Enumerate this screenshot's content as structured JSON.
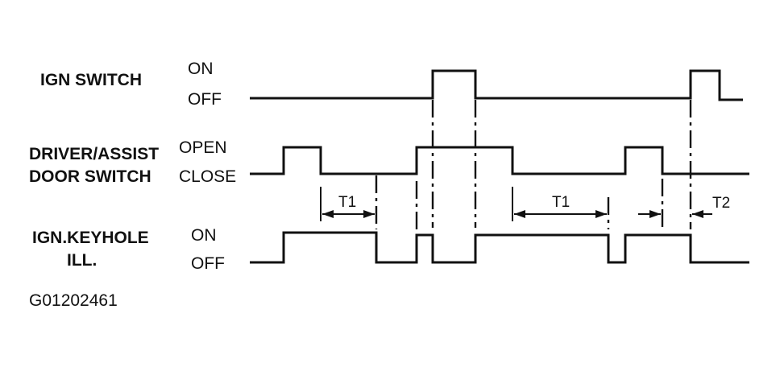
{
  "signals": {
    "ign_switch": {
      "name": "IGN SWITCH",
      "high": "ON",
      "low": "OFF"
    },
    "door_switch": {
      "name_line1": "DRIVER/ASSIST",
      "name_line2": "DOOR SWITCH",
      "high": "OPEN",
      "low": "CLOSE"
    },
    "keyhole": {
      "name_line1": "IGN.KEYHOLE",
      "name_line2": "ILL.",
      "high": "ON",
      "low": "OFF"
    }
  },
  "timings": {
    "t1_first": "T1",
    "t1_second": "T1",
    "t2": "T2"
  },
  "figure_id": "G01202461"
}
